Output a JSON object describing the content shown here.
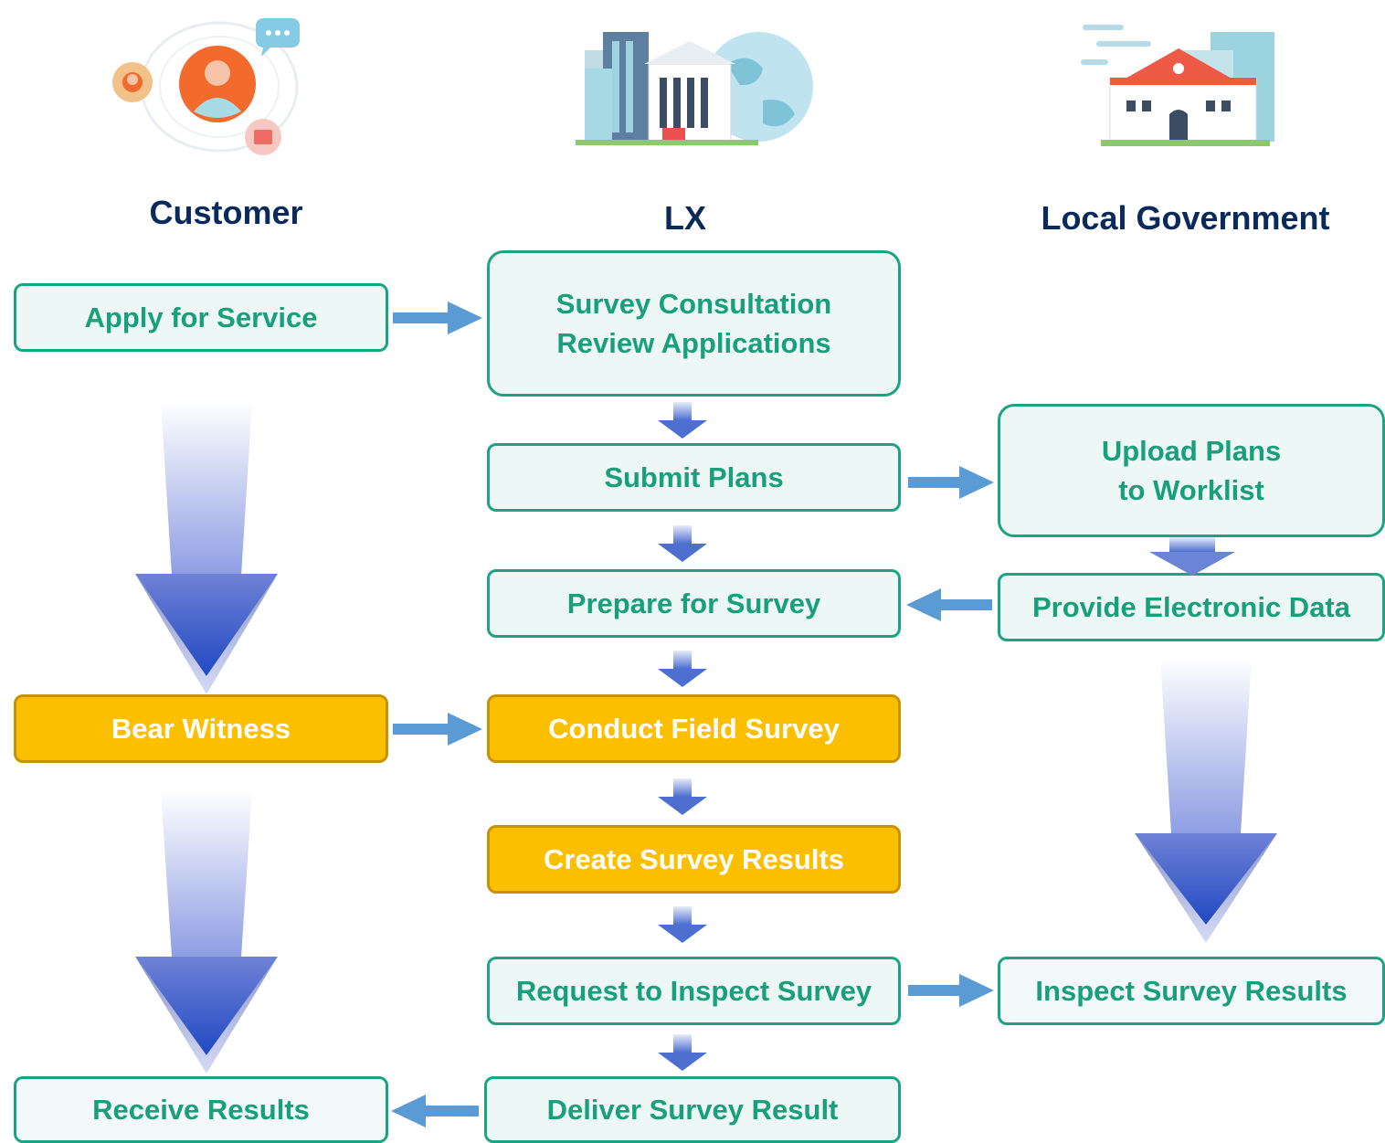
{
  "lanes": {
    "customer": "Customer",
    "lx": "LX",
    "local_government": "Local Government"
  },
  "steps": {
    "apply_for_service": "Apply for Service",
    "survey_consultation_line1": "Survey Consultation",
    "survey_consultation_line2": "Review Applications",
    "submit_plans": "Submit Plans",
    "upload_plans_line1": "Upload Plans",
    "upload_plans_line2": "to Worklist",
    "prepare_for_survey": "Prepare for Survey",
    "provide_electronic_data": "Provide Electronic Data",
    "bear_witness": "Bear Witness",
    "conduct_field_survey": "Conduct Field Survey",
    "create_survey_results": "Create Survey Results",
    "request_to_inspect_survey": "Request to Inspect Survey",
    "inspect_survey_results": "Inspect Survey Results",
    "receive_results": "Receive Results",
    "deliver_survey_result": "Deliver Survey Result"
  },
  "colors": {
    "lane_title": "#0b2a5c",
    "box_border": "#1ba484",
    "box_text": "#18a07a",
    "box_fill": "#edf8f6",
    "highlight_fill": "#fcbf00",
    "arrow": "#5b9bd5",
    "big_arrow": "#3a5cc7"
  }
}
